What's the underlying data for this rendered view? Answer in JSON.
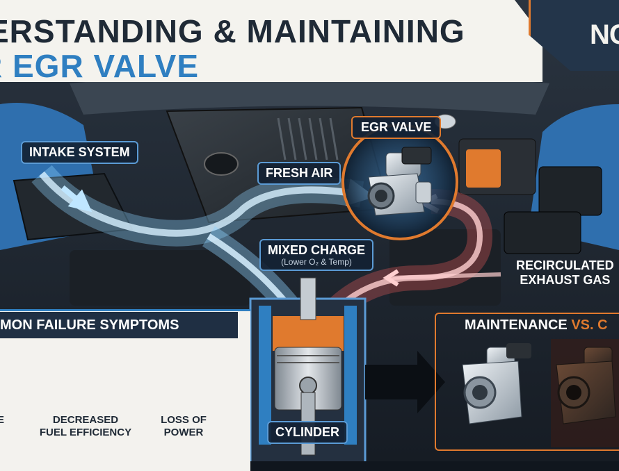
{
  "title": {
    "line1": "ERSTANDING & MAINTAINING",
    "line2": "R EGR VALVE"
  },
  "logo": "NC",
  "labels": {
    "intake_system": "INTAKE SYSTEM",
    "egr_valve": "EGR VALVE",
    "fresh_air": "FRESH AIR",
    "mixed_charge": "MIXED CHARGE",
    "mixed_charge_note": "(Lower O₂ & Temp)",
    "recirculated_line1": "RECIRCULATED",
    "recirculated_line2": "EXHAUST GAS",
    "cylinder": "CYLINDER"
  },
  "failure_panel": {
    "header": "MON FAILURE SYMPTOMS",
    "symptoms": [
      {
        "icon": "engine-smoke-icon",
        "label": "E"
      },
      {
        "icon": "fuel-pump-down-arrow-icon",
        "label_line1": "DECREASED",
        "label_line2": "FUEL EFFICIENCY"
      },
      {
        "icon": "turbo-icon",
        "label_line1": "LOSS OF",
        "label_line2": "POWER"
      }
    ]
  },
  "comparison_panel": {
    "header_main": "MAINTENANCE ",
    "header_accent": "VS. C"
  },
  "colors": {
    "accent_blue": "#2f7fc1",
    "accent_orange": "#e07a2e",
    "flow_fresh": "#8fd3ff",
    "flow_exhaust": "#e05a5a",
    "panel_dark": "#1f2f43"
  }
}
